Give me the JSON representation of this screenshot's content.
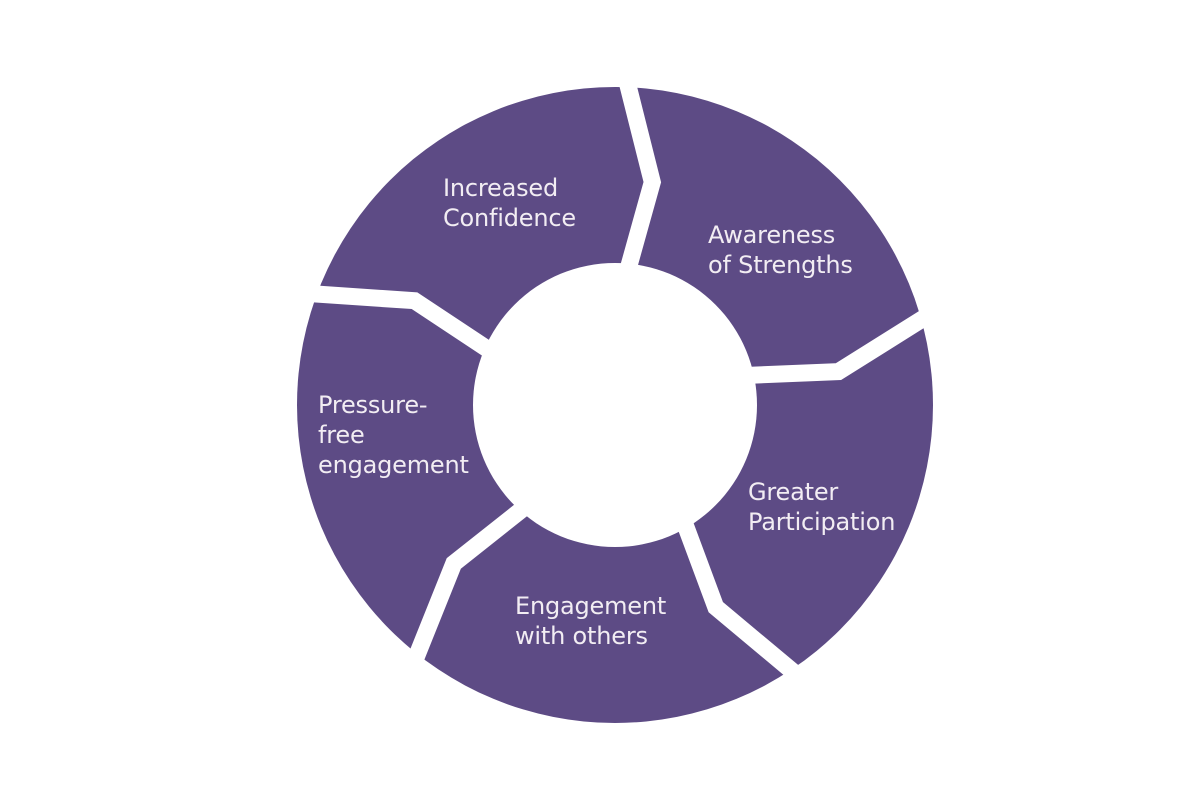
{
  "diagram": {
    "type": "cycle",
    "direction": "clockwise",
    "step_count": 5,
    "colors": {
      "segment": "#5D4B85",
      "gap": "#FFFFFF",
      "background": "#FFFFFF",
      "label": "#F2EDF3"
    },
    "steps": [
      {
        "id": "increased-confidence",
        "label": "Increased\nConfidence"
      },
      {
        "id": "awareness-of-strengths",
        "label": "Awareness\nof Strengths"
      },
      {
        "id": "greater-participation",
        "label": "Greater\nParticipation"
      },
      {
        "id": "engagement-with-others",
        "label": "Engagement\nwith others"
      },
      {
        "id": "pressure-free-engagement",
        "label": "Pressure-\nfree\nengagement"
      }
    ]
  }
}
